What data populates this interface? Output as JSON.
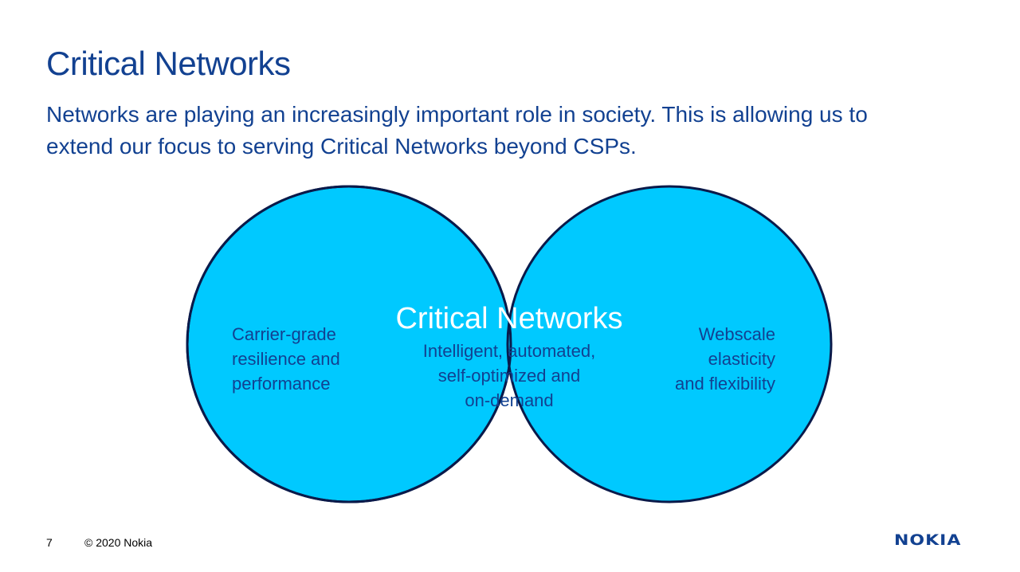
{
  "header": {
    "title": "Critical Networks",
    "subtitle_line1": "Networks are playing an increasingly important role in society. This is allowing us to",
    "subtitle_line2": "extend our focus to serving Critical Networks beyond CSPs."
  },
  "venn": {
    "fill_color": "#00c9ff",
    "stroke_color": "#0a1a4a",
    "text_color": "#124191",
    "center_title_color": "#ffffff",
    "left": {
      "lines": [
        "Carrier-grade",
        "resilience and",
        "performance"
      ]
    },
    "center": {
      "title": "Critical Networks",
      "lines": [
        "Intelligent, automated,",
        "self-optimized and",
        "on-demand"
      ]
    },
    "right": {
      "lines": [
        "Webscale",
        "elasticity",
        "and flexibility"
      ]
    }
  },
  "footer": {
    "page_number": "7",
    "copyright": "© 2020 Nokia",
    "logo_text": "NOKIA"
  }
}
